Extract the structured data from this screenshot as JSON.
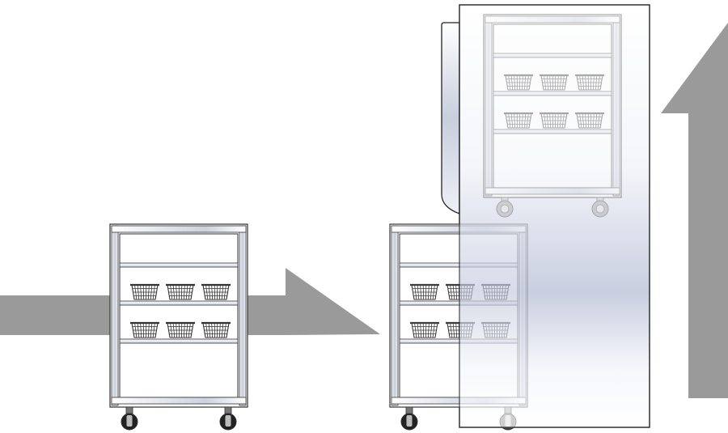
{
  "colors": {
    "background": "#ffffff",
    "arrow_fill": "#9a9a9a",
    "outline": "#333333",
    "shelf_fill": "#e4e7ef",
    "enclosure_gradient": [
      "#ffffff",
      "#f3f5fa",
      "#c2c8dc",
      "#f4f6fb",
      "#ffffff"
    ],
    "enclosure_stroke": "#222222",
    "wheel_dark": "#222222",
    "wheel_gray": "#9a9a9a"
  },
  "icons": {
    "arrow_right": "right-arrow-icon",
    "arrow_up": "up-arrow-icon",
    "basket": "wire-basket-icon",
    "caster": "caster-wheel-icon"
  },
  "scene": {
    "panels": [
      {
        "name": "cart-on-floor",
        "baskets_per_shelf": 3,
        "shelves_with_baskets": 2
      },
      {
        "name": "cart-entering-enclosure",
        "baskets_per_shelf": 3,
        "shelves_with_baskets": 2
      },
      {
        "name": "cart-lifted-inside-enclosure",
        "baskets_per_shelf": 3,
        "shelves_with_baskets": 2
      }
    ],
    "arrows": [
      "right",
      "up"
    ]
  }
}
